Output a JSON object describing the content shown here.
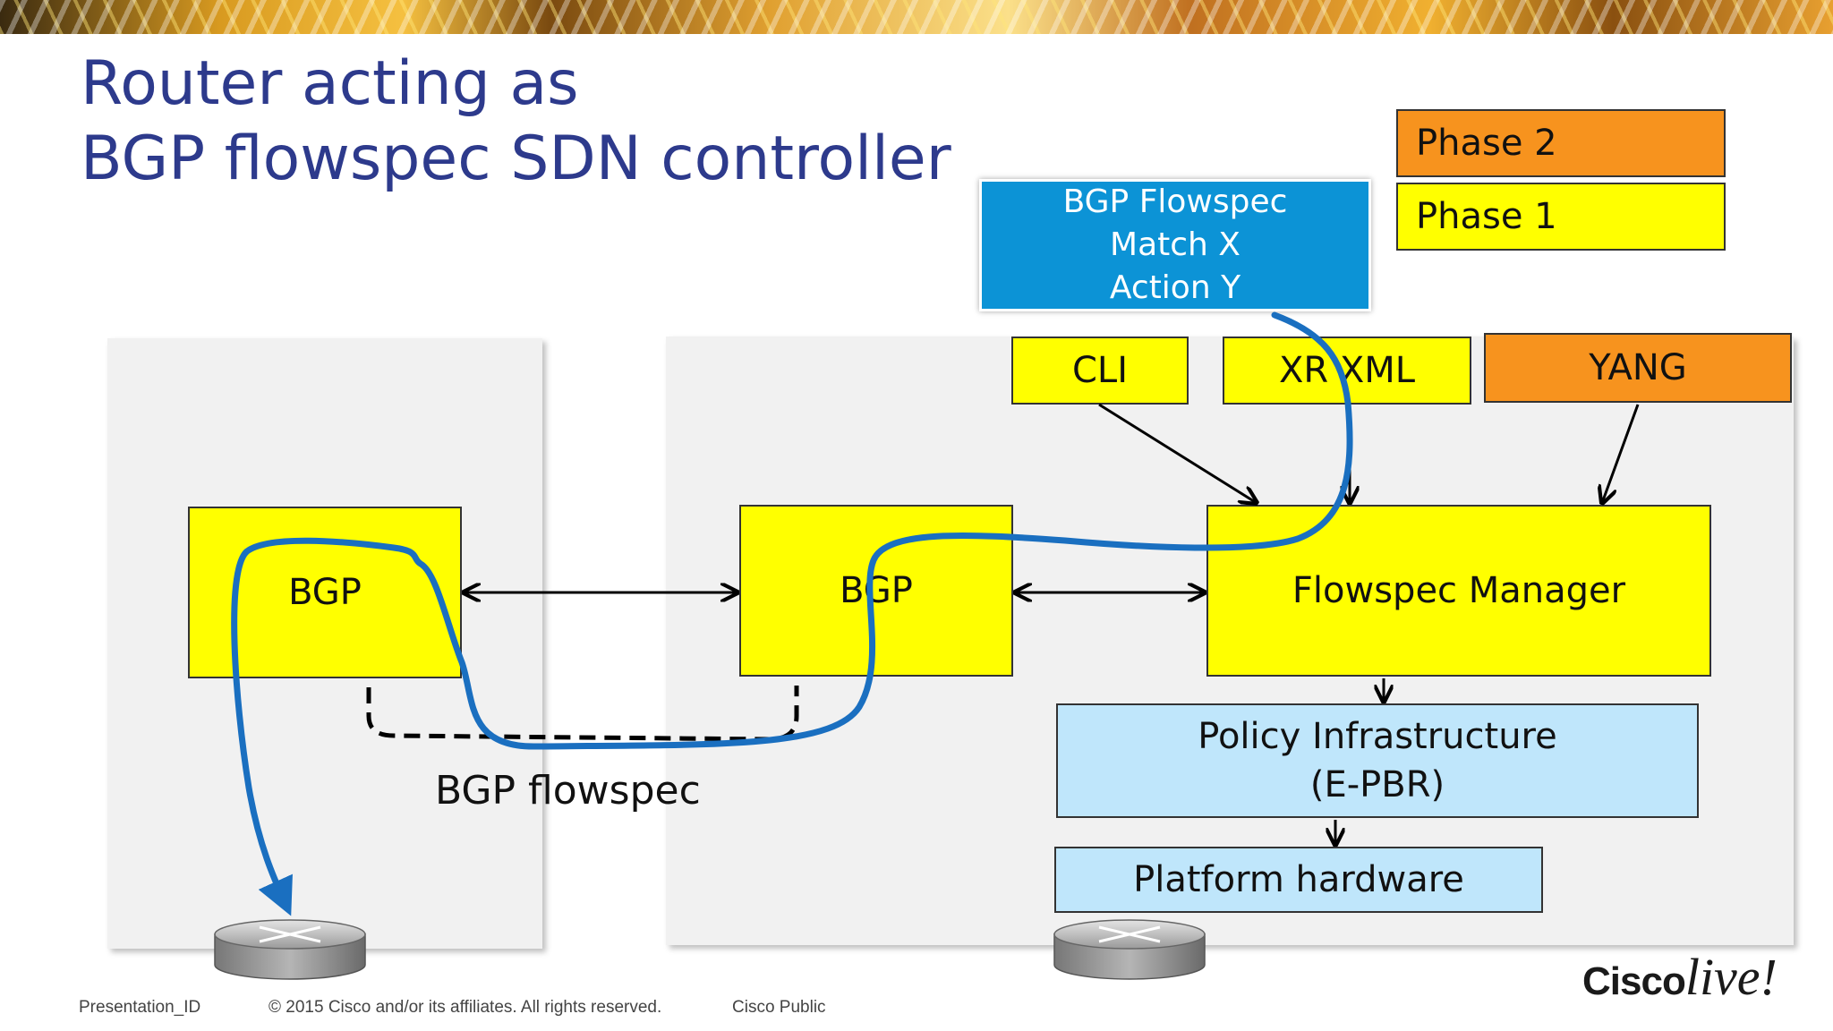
{
  "title": {
    "line1": "Router acting as",
    "line2": "BGP flowspec SDN controller"
  },
  "legend": {
    "phase2": "Phase 2",
    "phase1": "Phase 1"
  },
  "flowspec_box": {
    "line1": "BGP Flowspec",
    "line2": "Match X",
    "line3": "Action Y"
  },
  "interfaces": {
    "cli": "CLI",
    "xr_xml": "XR XML",
    "yang": "YANG"
  },
  "router_left": {
    "bgp": "BGP"
  },
  "router_right": {
    "bgp": "BGP",
    "flowspec_manager": "Flowspec Manager",
    "policy_infra_line1": "Policy Infrastructure",
    "policy_infra_line2": "(E-PBR)",
    "platform_hw": "Platform hardware"
  },
  "session_label": "BGP flowspec",
  "footer": {
    "presentation_id": "Presentation_ID",
    "copyright": "© 2015 Cisco and/or its affiliates. All rights reserved.",
    "classification": "Cisco Public"
  },
  "logo": {
    "cisco": "Cisco",
    "live": "live!"
  },
  "colors": {
    "phase1": "#ffff00",
    "phase2": "#f7931e",
    "flowspec_blue": "#0c93d6",
    "light_blue": "#bfe6fb",
    "flow_line": "#1a6fc0",
    "title": "#2d3a8c"
  }
}
